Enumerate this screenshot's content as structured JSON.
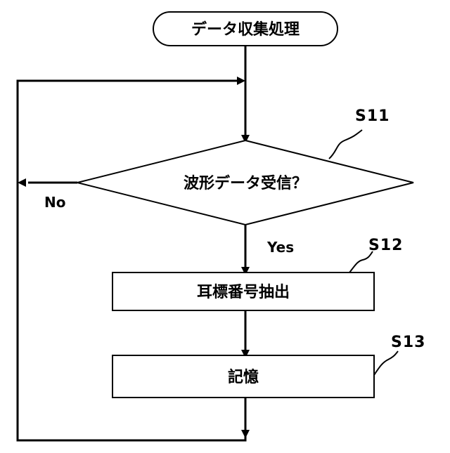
{
  "flowchart": {
    "start_label": "データ収集処理",
    "decision_label": "波形データ受信？",
    "decision_no_label": "No",
    "decision_yes_label": "Yes",
    "process1_label": "耳標番号抽出",
    "process2_label": "記憶",
    "step_ids": {
      "decision": "S11",
      "process1": "S12",
      "process2": "S13"
    }
  }
}
